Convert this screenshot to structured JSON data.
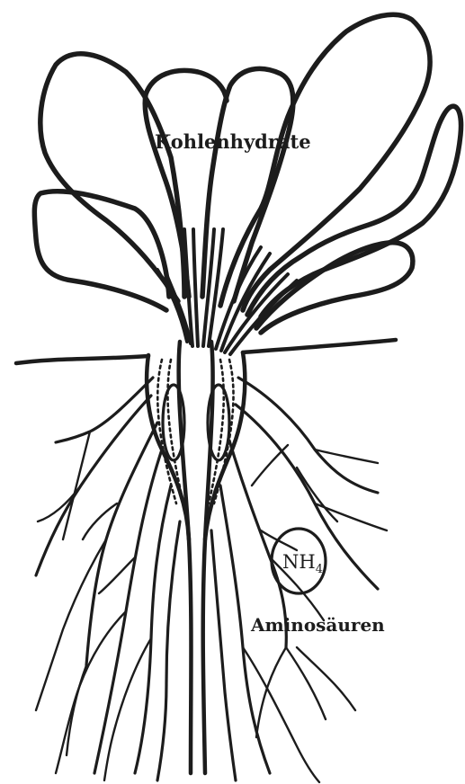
{
  "labels": {
    "carbohydrates": "Kohlenhydrate",
    "ammonium": "NH",
    "ammonium_subscript": "4",
    "amino_acids": "Aminosäuren"
  },
  "colors": {
    "ink": "#1c1c1c",
    "background": "#ffffff"
  }
}
